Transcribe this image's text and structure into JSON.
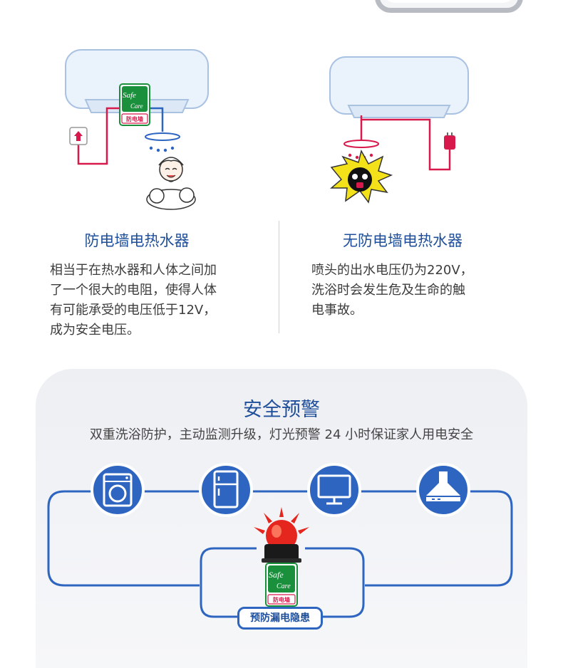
{
  "left": {
    "title": "防电墙电热水器",
    "lines": [
      "相当于在热水器和人体之间加",
      "了一个很大的电阻，使得人体",
      "有可能承受的电压低于12V，",
      "成为安全电压。"
    ]
  },
  "right": {
    "title": "无防电墙电热水器",
    "lines": [
      "喷头的出水电压仍为220V，",
      "洗浴时会发生危及生命的触",
      "电事故。"
    ]
  },
  "safety": {
    "title": "安全预警",
    "subtitle": "双重洗浴防护，主动监测升级，灯光预警 24 小时保证家人用电安全",
    "badge": "预防漏电隐患"
  },
  "logo": {
    "safe": "Safe",
    "care": "Care",
    "cn": "防电墙"
  },
  "icons": [
    "washing-machine-icon",
    "refrigerator-icon",
    "monitor-icon",
    "range-hood-icon",
    "alarm-beacon-icon",
    "power-socket-icon",
    "power-plug-icon",
    "shower-head-icon"
  ],
  "colors": {
    "accent_blue": "#1f4f9a",
    "line_blue": "#2d65c0",
    "wire_red": "#d7194b",
    "logo_green": "#1a8f3c"
  }
}
